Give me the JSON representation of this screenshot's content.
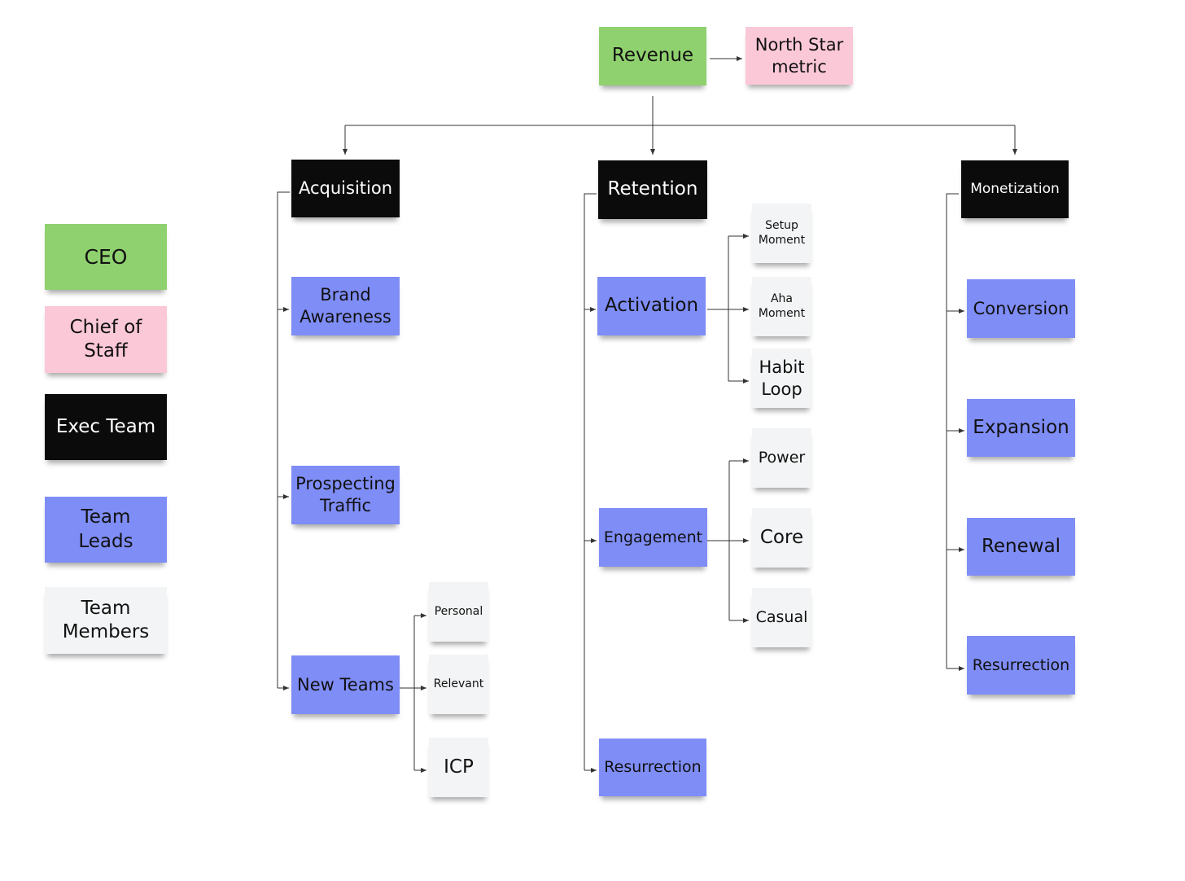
{
  "colors": {
    "ceo": "#8fd16e",
    "chief_of_staff": "#fbc8d8",
    "exec_team": "#0b0b0b",
    "team_leads": "#7f8df7",
    "team_members": "#f3f4f5",
    "connector": "#333333"
  },
  "legend": {
    "ceo": "CEO",
    "chief_of_staff": "Chief of\nStaff",
    "exec_team": "Exec Team",
    "team_leads": "Team\nLeads",
    "team_members": "Team\nMembers"
  },
  "root": {
    "revenue": "Revenue",
    "north_star": "North Star\nmetric"
  },
  "acquisition": {
    "label": "Acquisition",
    "brand_awareness": "Brand\nAwareness",
    "prospecting_traffic": "Prospecting\nTraffic",
    "new_teams": "New Teams",
    "personal": "Personal",
    "relevant": "Relevant",
    "icp": "ICP"
  },
  "retention": {
    "label": "Retention",
    "activation": "Activation",
    "setup_moment": "Setup\nMoment",
    "aha_moment": "Aha\nMoment",
    "habit_loop": "Habit\nLoop",
    "engagement": "Engagement",
    "power": "Power",
    "core": "Core",
    "casual": "Casual",
    "resurrection": "Resurrection"
  },
  "monetization": {
    "label": "Monetization",
    "conversion": "Conversion",
    "expansion": "Expansion",
    "renewal": "Renewal",
    "resurrection": "Resurrection"
  }
}
